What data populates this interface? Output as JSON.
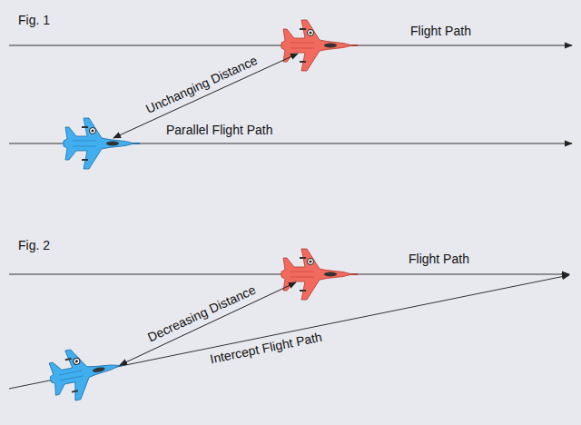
{
  "diagram": {
    "labels": [
      "Fig. 1",
      "Flight Path",
      "Unchanging Distance",
      "Parallel Flight Path",
      "Fig. 2",
      "Flight Path",
      "Decreasing Distance",
      "Intercept Flight Path"
    ]
  }
}
